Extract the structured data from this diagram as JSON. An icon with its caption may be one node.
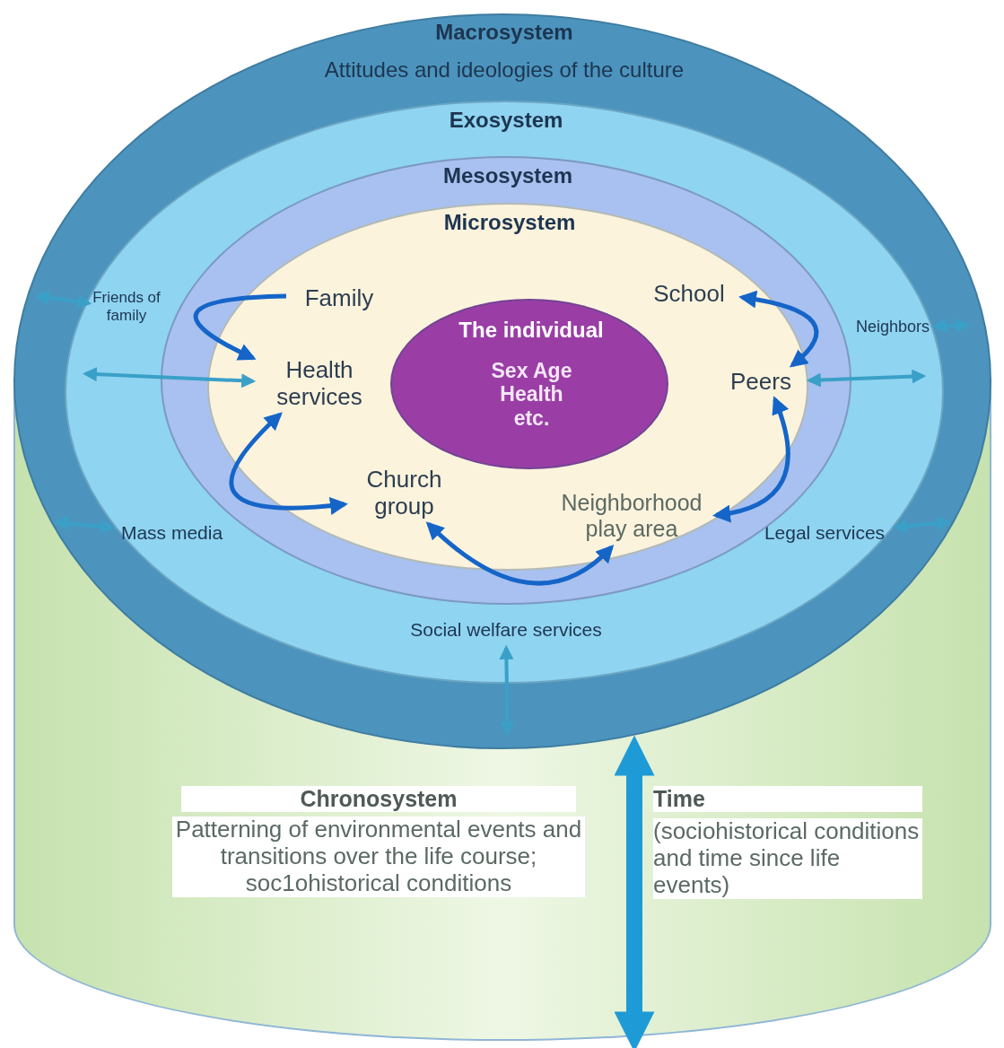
{
  "diagram": {
    "nodes": [
      {
        "text": [
          "Macrosystem",
          "Attitudes and ideologies of the culture"
        ]
      },
      {
        "text": [
          "Exosystem"
        ],
        "in": 0
      },
      {
        "text": [
          "Friends of family"
        ],
        "in": 1
      },
      {
        "text": [
          "Neighbors"
        ],
        "in": 1
      },
      {
        "text": [
          "Mass media"
        ],
        "in": 1
      },
      {
        "text": [
          "Legal services"
        ],
        "in": 1
      },
      {
        "text": [
          "Social welfare services"
        ],
        "in": 1
      },
      {
        "text": [
          "Mesosystem"
        ],
        "in": 1
      },
      {
        "text": [
          "Microsystem"
        ],
        "in": 7
      },
      {
        "text": [
          "Family"
        ],
        "in": 8
      },
      {
        "text": [
          "School"
        ],
        "in": 8
      },
      {
        "text": [
          "Health services"
        ],
        "in": 8
      },
      {
        "text": [
          "Peers"
        ],
        "in": 8
      },
      {
        "text": [
          "Church group"
        ],
        "in": 8
      },
      {
        "text": [
          "Neighborhood play area"
        ],
        "in": 8
      },
      {
        "text": [
          "The individual",
          "Sex Age Health etc."
        ],
        "in": 8
      },
      {
        "text": [
          "Chronosystem",
          "Patterning of environmental events and transitions over the life course; soc1ohistorical conditions"
        ]
      }
    ],
    "edges": [
      {
        "from": 9,
        "to": 11,
        "arrow": "to"
      },
      {
        "from": 10,
        "to": 12,
        "arrow": "both"
      },
      {
        "from": 11,
        "to": 13,
        "arrow": "both"
      },
      {
        "from": 13,
        "to": 14,
        "arrow": "both"
      },
      {
        "from": 14,
        "to": 12,
        "arrow": "both"
      },
      {
        "from": 1,
        "to": 11,
        "arrow": "both"
      },
      {
        "from": 12,
        "to": 1,
        "arrow": "both"
      },
      {
        "from": 2,
        "to": 0,
        "arrow": "both"
      },
      {
        "from": 3,
        "to": 0,
        "arrow": "both"
      },
      {
        "from": 4,
        "to": 0,
        "arrow": "both"
      },
      {
        "from": 5,
        "to": 0,
        "arrow": "both"
      },
      {
        "from": 6,
        "to": 0,
        "arrow": "both"
      }
    ],
    "labels": [
      "Time",
      "(sociohistorical conditions and time since life events)"
    ]
  }
}
